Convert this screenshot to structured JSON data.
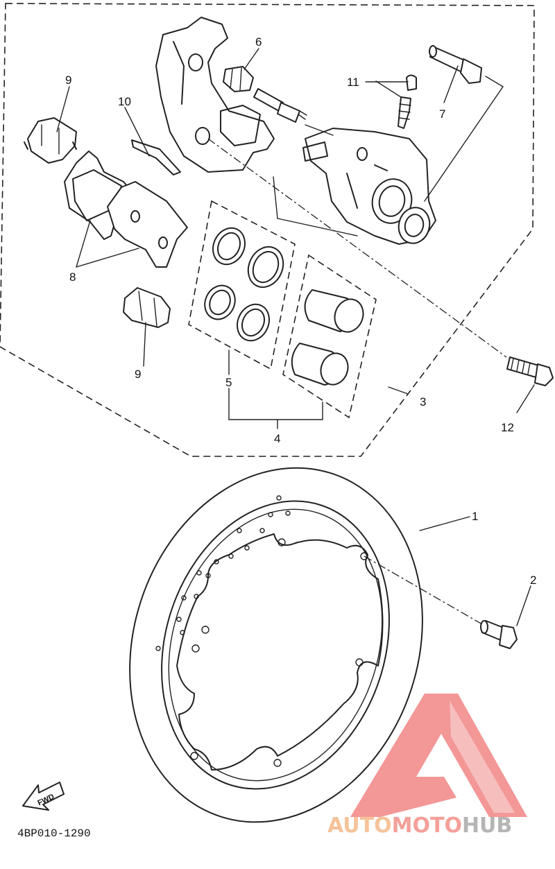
{
  "callouts": {
    "c1": "1",
    "c2": "2",
    "c3": "3",
    "c4": "4",
    "c5": "5",
    "c6": "6",
    "c7": "7",
    "c8": "8",
    "c9a": "9",
    "c9b": "9",
    "c10": "10",
    "c11": "11",
    "c12": "12"
  },
  "direction_label": "FWD",
  "diagram_code": "4BP010-1290",
  "watermark": {
    "part1": "AUTO",
    "part2": "MOTO",
    "part3": "HUB",
    "color_auto": "#f5c39a",
    "color_moto": "#f4a09a",
    "color_hub": "#b5b5b5",
    "logo_color": "#f28c8c"
  }
}
